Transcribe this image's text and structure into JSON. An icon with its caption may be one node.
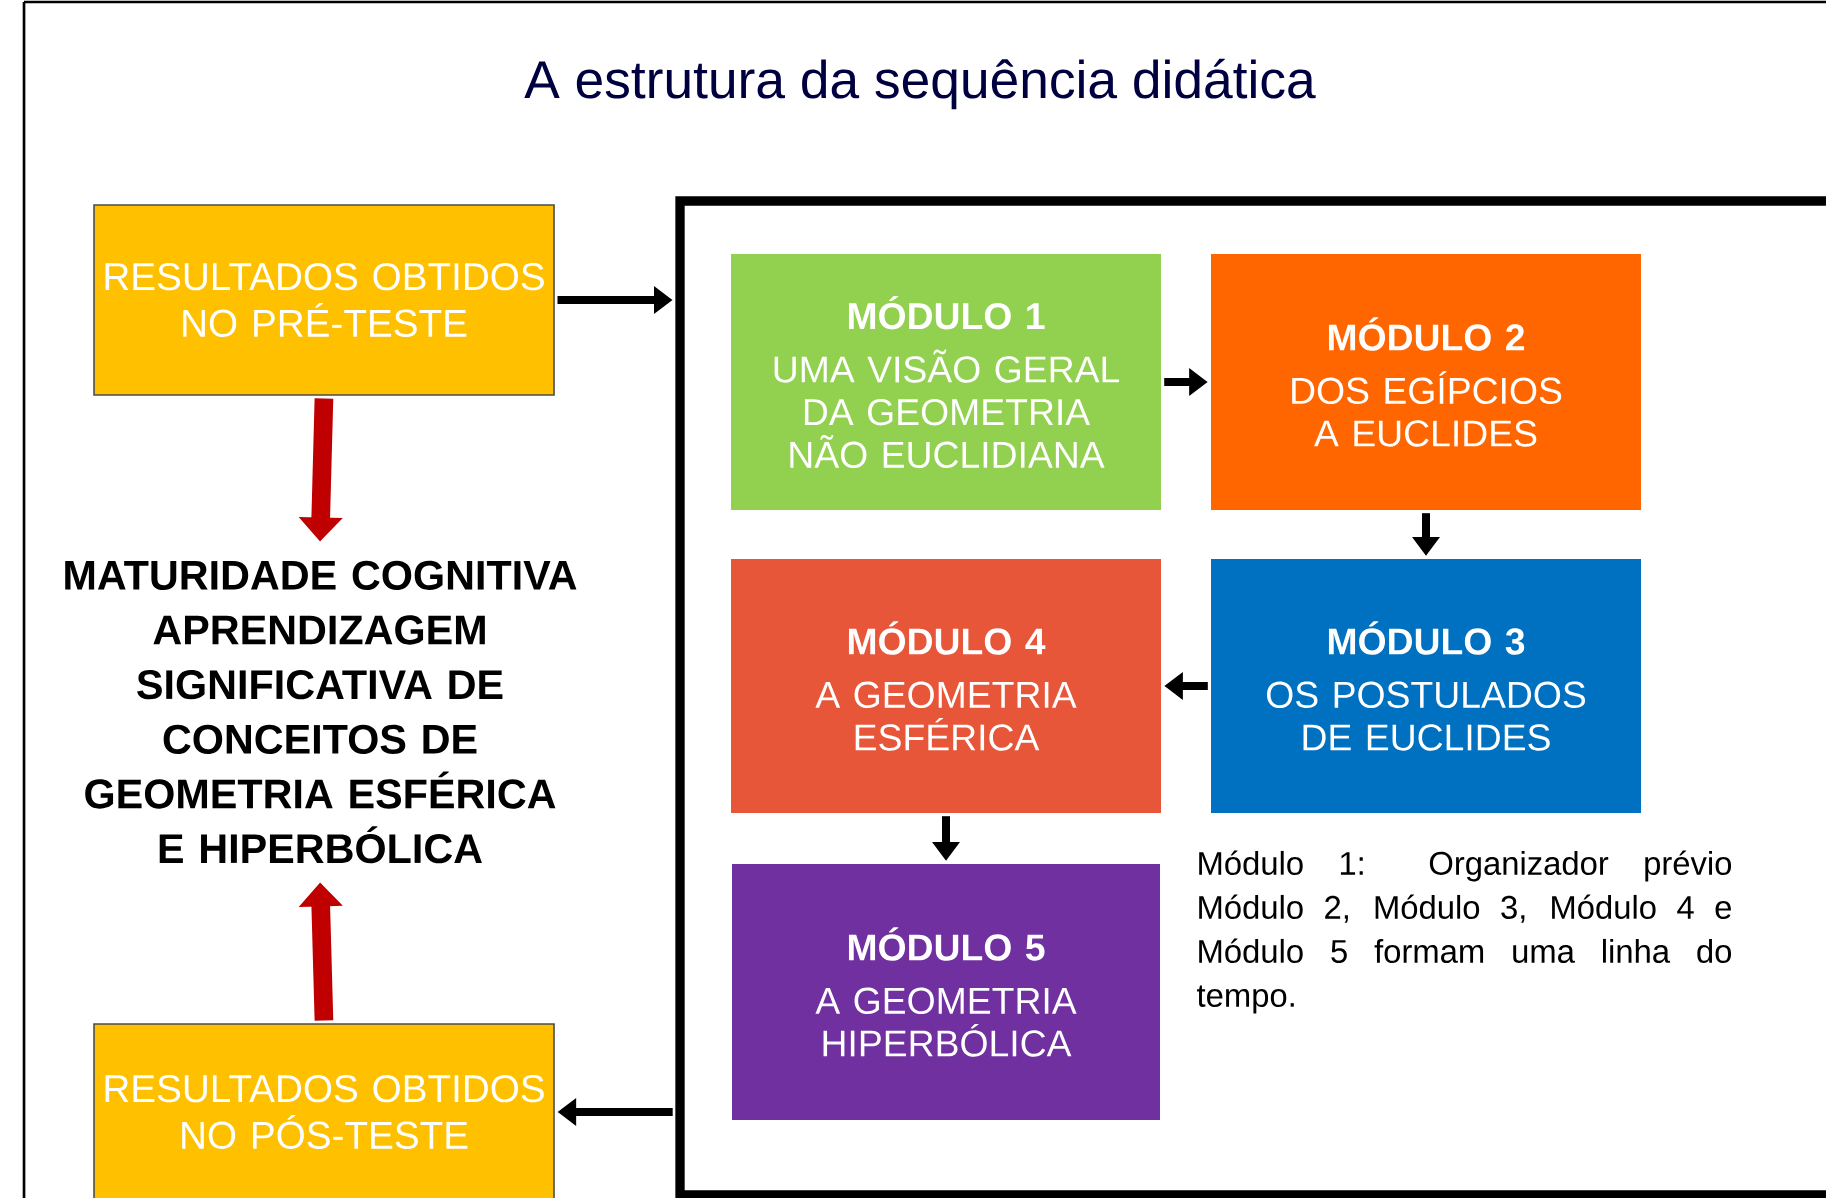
{
  "diagram": {
    "title": "A estrutura da sequência didática",
    "nodes": [
      {
        "text": [
          "RESULTADOS OBTIDOS NO PRÉ-TESTE"
        ]
      },
      {
        "text": [
          "MATURIDADE COGNITIVA APRENDIZAGEM SIGNIFICATIVA DE CONCEITOS DE GEOMETRIA ESFÉRICA E HIPERBÓLICA"
        ]
      },
      {
        "text": [
          "RESULTADOS OBTIDOS NO PÓS-TESTE"
        ]
      },
      {
        "text": [],
        "shape": "box"
      },
      {
        "text": [
          "MÓDULO 1",
          "UMA VISÃO GERAL DA GEOMETRIA NÃO EUCLIDIANA"
        ],
        "in": 3
      },
      {
        "text": [
          "MÓDULO 2",
          "DOS EGÍPCIOS A EUCLIDES"
        ],
        "in": 3
      },
      {
        "text": [
          "MÓDULO 3",
          "OS POSTULADOS DE EUCLIDES"
        ],
        "in": 3
      },
      {
        "text": [
          "MÓDULO 4",
          "A GEOMETRIA ESFÉRICA"
        ],
        "in": 3
      },
      {
        "text": [
          "MÓDULO 5",
          "A GEOMETRIA HIPERBÓLICA"
        ],
        "in": 3
      }
    ],
    "edges": [
      {
        "from": 0,
        "to": 3,
        "arrow": "to"
      },
      {
        "from": 3,
        "to": 2,
        "arrow": "to"
      },
      {
        "from": 0,
        "to": 1,
        "arrow": "to",
        "style": "thick",
        "color": "#c00000"
      },
      {
        "from": 2,
        "to": 1,
        "arrow": "to",
        "style": "thick",
        "color": "#c00000"
      },
      {
        "from": 4,
        "to": 5,
        "arrow": "to"
      },
      {
        "from": 5,
        "to": 6,
        "arrow": "to"
      },
      {
        "from": 6,
        "to": 7,
        "arrow": "to"
      },
      {
        "from": 7,
        "to": 8,
        "arrow": "to"
      }
    ],
    "labels": [
      "Módulo 1: Organizador prévio Módulo 2, Módulo 3, Módulo 4 e Módulo 5 formam uma linha do tempo."
    ]
  }
}
